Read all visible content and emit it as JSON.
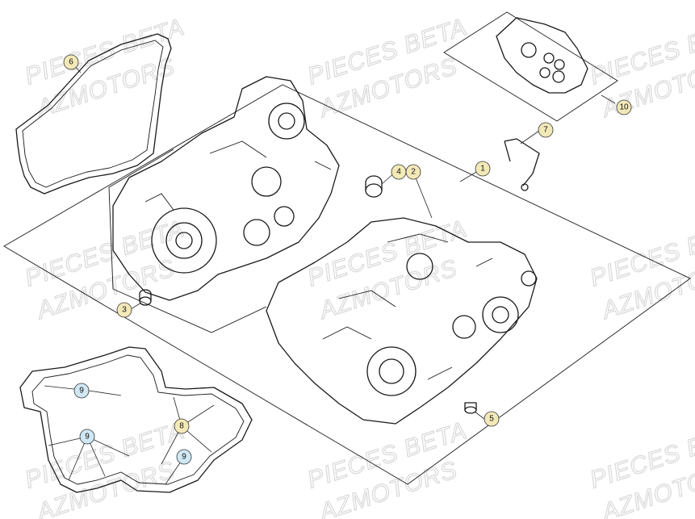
{
  "watermarks": [
    "PIECES BETA",
    "AZMOTORS"
  ],
  "callouts": [
    {
      "id": "6",
      "color": "#f3e9b8"
    },
    {
      "id": "10",
      "color": "#f3e9b8"
    },
    {
      "id": "7",
      "color": "#f3e9b8"
    },
    {
      "id": "1",
      "color": "#f3e9b8"
    },
    {
      "id": "4",
      "color": "#f3e9b8"
    },
    {
      "id": "2",
      "color": "#f3e9b8"
    },
    {
      "id": "3",
      "color": "#f3e9b8"
    },
    {
      "id": "5",
      "color": "#f3e9b8"
    },
    {
      "id": "9",
      "color": "#cfe8f4"
    },
    {
      "id": "8",
      "color": "#f3e9b8"
    },
    {
      "id": "9",
      "color": "#cfe8f4"
    },
    {
      "id": "9",
      "color": "#cfe8f4"
    }
  ]
}
